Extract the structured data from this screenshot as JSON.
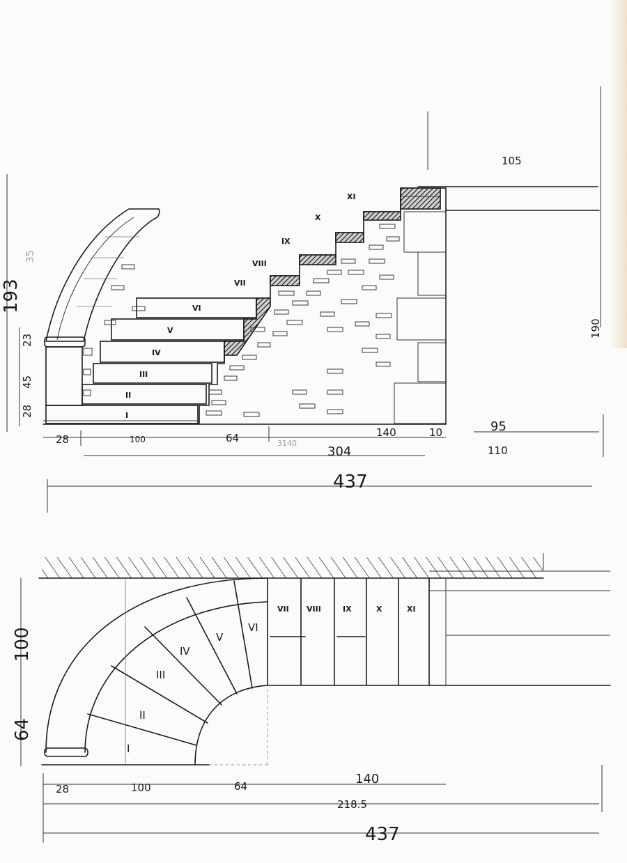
{
  "elevation": {
    "left_dims": [
      "193",
      "23",
      "45",
      "28"
    ],
    "right_dims": [
      "105",
      "190"
    ],
    "bottom_dims": [
      "28",
      "100",
      "64",
      "304",
      "140",
      "10",
      "95",
      "110"
    ],
    "total": "437",
    "faint_marks": [
      "35",
      "3140"
    ],
    "step_labels": [
      "I",
      "II",
      "III",
      "IV",
      "V",
      "VI",
      "VII",
      "VIII",
      "IX",
      "X",
      "XI"
    ]
  },
  "plan": {
    "left_dims": [
      "100",
      "64"
    ],
    "bottom_dims": [
      "28",
      "100",
      "64",
      "140",
      "218.5"
    ],
    "total": "437",
    "step_labels": [
      "I",
      "II",
      "III",
      "IV",
      "V",
      "VI",
      "VII",
      "VIII",
      "IX",
      "X",
      "XI"
    ]
  }
}
